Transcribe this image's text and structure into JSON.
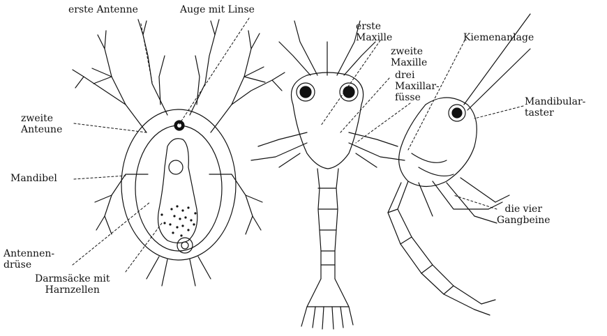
{
  "labels": {
    "erste_antenne": "erste Antenne",
    "auge_mit_linse": "Auge mit Linse",
    "zweite_anteune": "zweite\nAnteune",
    "mandibel": "Mandibel",
    "antennendruse": "Antennen-\ndrüse",
    "darmsacke": "Darmsäcke mit\nHarnzellen",
    "erste_maxille": "erste\nMaxille",
    "zweite_maxille": "zweite\nMaxille",
    "drei_maxillarfusse": "drei\nMaxillar-\nfüsse",
    "kiemenanlage": "Kiemenanlage",
    "mandibulartaster": "Mandibular-\ntaster",
    "die_vier_gangbeine": "die vier\nGangbeine"
  }
}
